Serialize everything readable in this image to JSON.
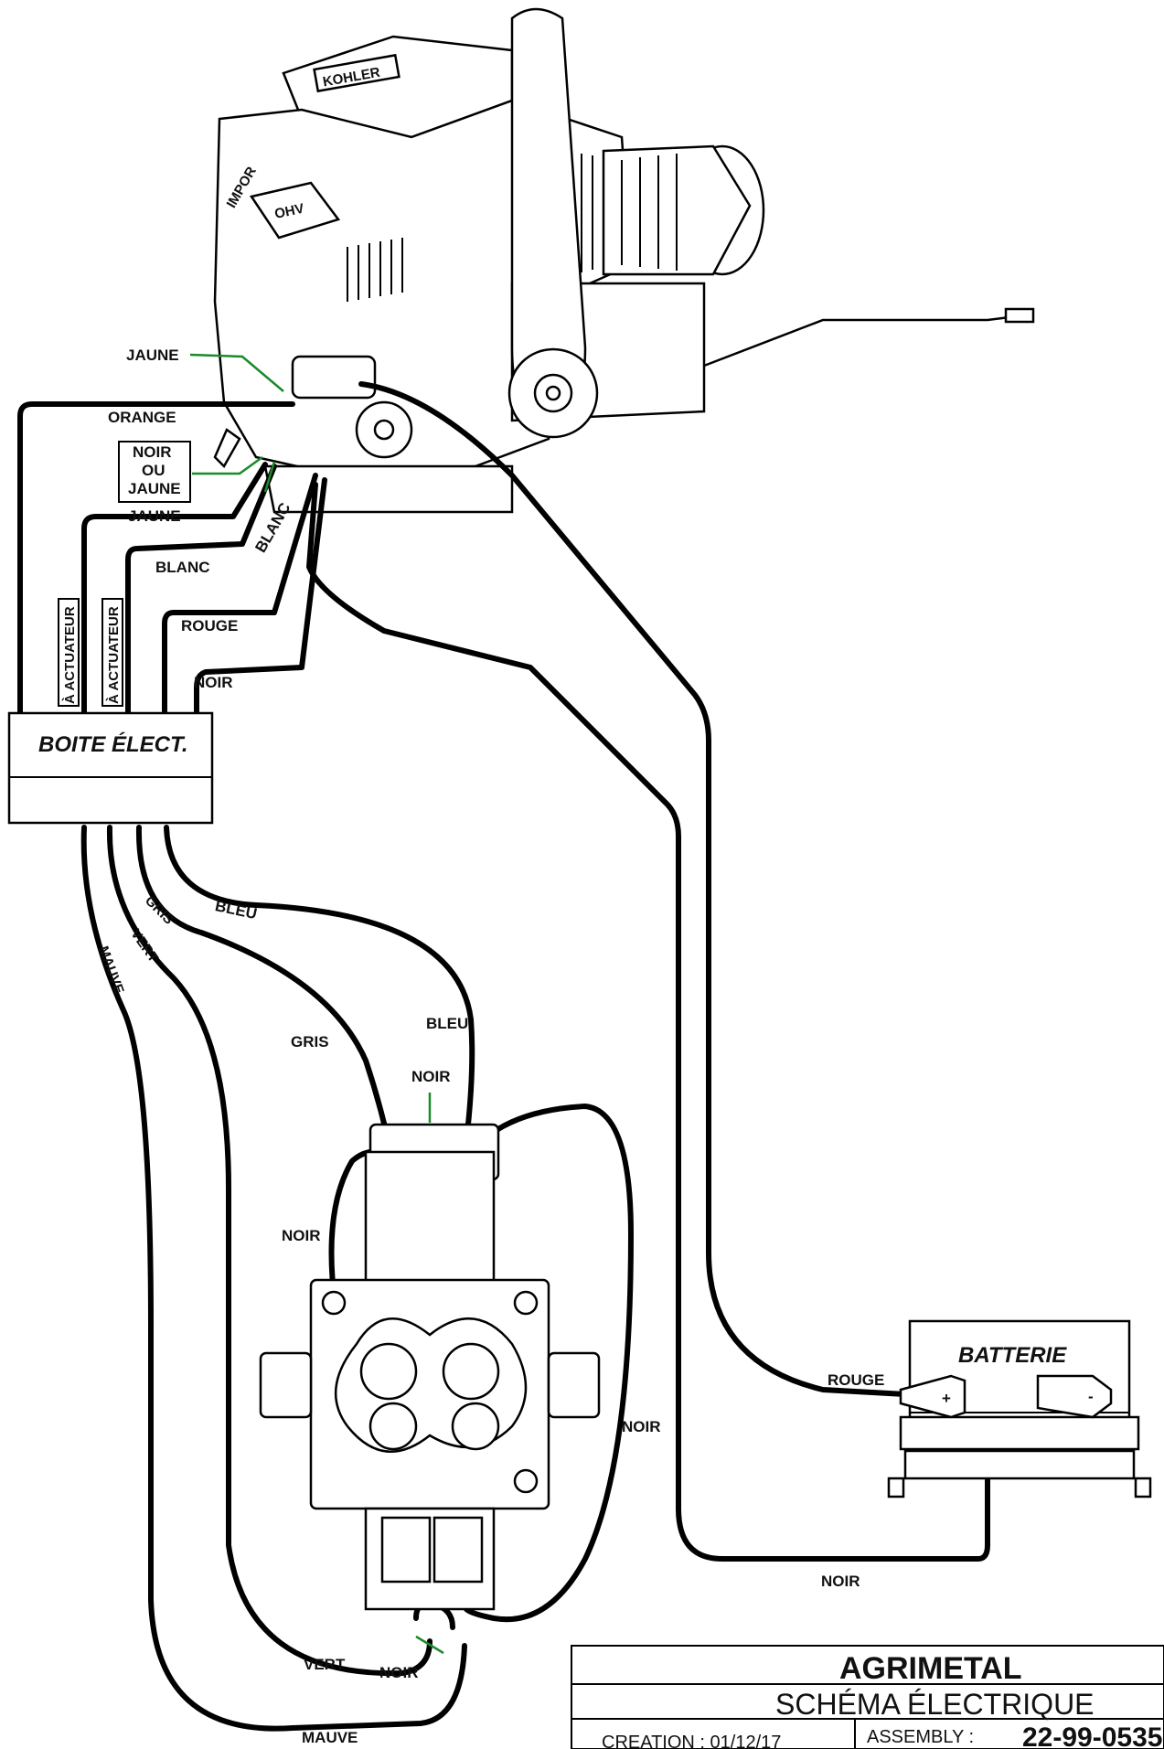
{
  "engine": {
    "brand": "KOHLER",
    "badge": "OHV",
    "tag": "IMPOR"
  },
  "labels": {
    "jaune_top": "JAUNE",
    "orange": "ORANGE",
    "noir_ou_jaune": [
      "NOIR",
      "OU",
      "JAUNE"
    ],
    "jaune_mid": "JAUNE",
    "blanc_diag": "BLANC",
    "blanc": "BLANC",
    "actuateur_1": "À ACTUATEUR",
    "actuateur_2": "À ACTUATEUR",
    "rouge_top": "ROUGE",
    "noir_top": "NOIR",
    "gris_curve": "GRIS",
    "bleu_curve": "BLEU",
    "vert_curve": "VERT",
    "mauve_curve": "MAUVE",
    "gris_valve": "GRIS",
    "bleu_valve": "BLEU",
    "noir_valve_top": "NOIR",
    "noir_valve_left": "NOIR",
    "noir_valve_right": "NOIR",
    "vert_bottom": "VERT",
    "noir_bottom": "NOIR",
    "mauve_bottom": "MAUVE",
    "rouge_battery": "ROUGE",
    "noir_battery": "NOIR"
  },
  "boite": {
    "label": "BOITE ÉLECT."
  },
  "battery": {
    "label": "BATTERIE",
    "plus": "+",
    "minus": "-"
  },
  "title_block": {
    "company": "AGRIMETAL",
    "title": "SCHÉMA ÉLECTRIQUE",
    "creation": "CREATION : 01/12/17",
    "assembly_label": "ASSEMBLY :",
    "assembly_number": "22-99-0535"
  }
}
